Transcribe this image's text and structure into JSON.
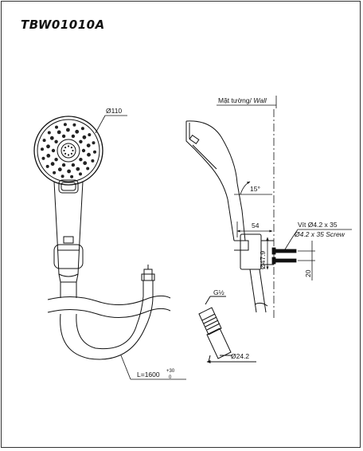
{
  "model": "TBW01010A",
  "labels": {
    "head_diameter": "Ø110",
    "wall_vn": "Mặt tường/ ",
    "wall_en": "Wall",
    "angle": "15°",
    "offset": "54",
    "screw_vn": "Vít Ø4.2 x 35",
    "screw_en": "Ø4.2 x 35 Screw",
    "bracket_diameter": "Ø47.9",
    "bracket_depth": "20",
    "thread": "G½",
    "nut_diameter": "Ø24.2",
    "hose_length": "L=1600",
    "tol_upper": "+30",
    "tol_lower": "0"
  }
}
